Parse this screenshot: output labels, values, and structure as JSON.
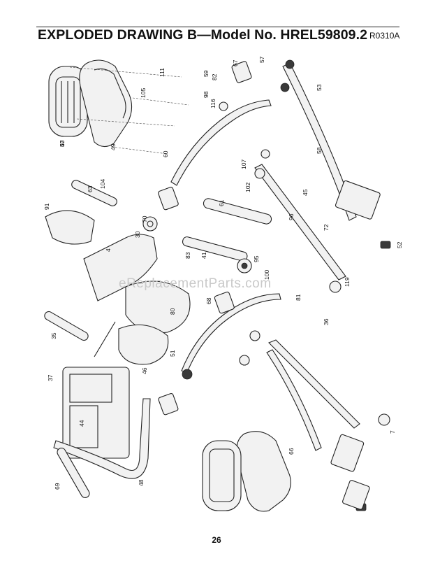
{
  "header": {
    "title": "EXPLODED DRAWING B—Model No. HREL59809.2",
    "code": "R0310A"
  },
  "watermark": "eReplacementParts.com",
  "page_number": "26",
  "part_labels": [
    "50",
    "49",
    "105",
    "111",
    "59",
    "67",
    "82",
    "98",
    "116",
    "57",
    "53",
    "58",
    "52",
    "72",
    "45",
    "96",
    "107",
    "102",
    "61",
    "95",
    "70",
    "104",
    "100",
    "68",
    "60",
    "63",
    "91",
    "30",
    "4",
    "80",
    "83",
    "41",
    "81",
    "36",
    "119",
    "51",
    "46",
    "37",
    "7",
    "66",
    "44",
    "35",
    "69",
    "48",
    "47"
  ]
}
